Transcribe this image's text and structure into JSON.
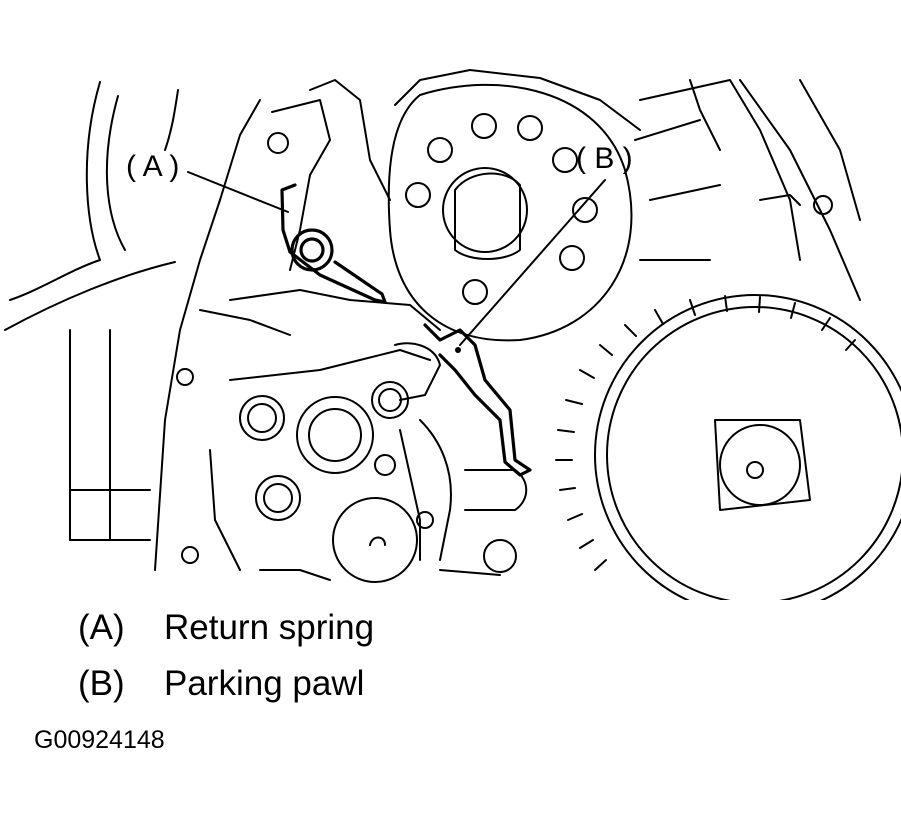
{
  "callouts": {
    "a": "( A )",
    "b": "( B )"
  },
  "legend": [
    {
      "key": "(A)",
      "label": "Return spring"
    },
    {
      "key": "(B)",
      "label": "Parking pawl"
    }
  ],
  "figure_id": "G00924148"
}
